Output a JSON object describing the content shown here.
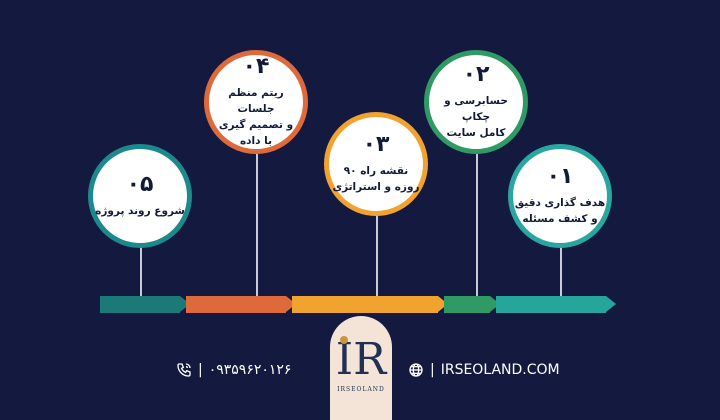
{
  "steps": [
    {
      "number": "۰۵",
      "label": "شروع روند پروژه",
      "color": "#1c8a8c"
    },
    {
      "number": "۰۴",
      "label": "ریتم منظم جلسات\nو تصمیم گیری\nبا داده",
      "color": "#de6a3b"
    },
    {
      "number": "۰۳",
      "label": "نقشه راه ۹۰\nروزه و استراتژی",
      "color": "#f2a22f"
    },
    {
      "number": "۰۲",
      "label": "حسابرسی و چکاپ\nکامل سایت",
      "color": "#2f9a64"
    },
    {
      "number": "۰۱",
      "label": "هدف گذاری دقیق\nو کشف مسئله",
      "color": "#2aa6a0"
    }
  ],
  "arrow_colors": [
    "#1b7a78",
    "#de6a3b",
    "#f2a22f",
    "#2f9a64",
    "#26a59d"
  ],
  "logo": {
    "mark": "IR",
    "name": "IRSEOLAND"
  },
  "footer": {
    "phone": "۰۹۳۵۹۶۲۰۱۲۶",
    "website": "IRSEOLAND.COM"
  }
}
